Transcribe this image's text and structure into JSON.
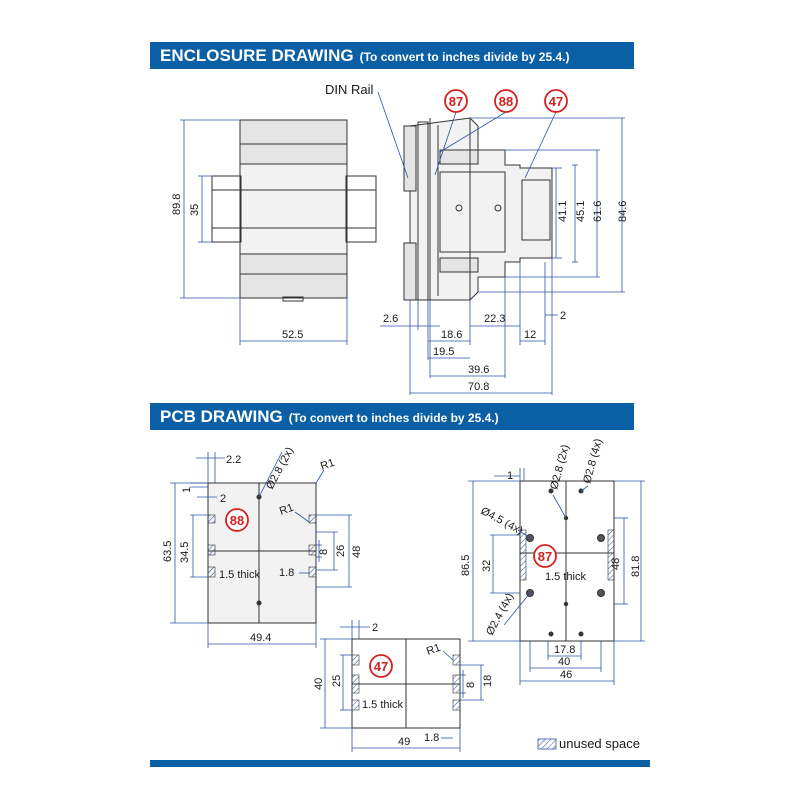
{
  "enclosure": {
    "title": "ENCLOSURE DRAWING",
    "subtitle": "(To convert to inches divide by 25.4.)",
    "din_rail_label": "DIN Rail",
    "callouts": [
      "87",
      "88",
      "47"
    ],
    "front_dims": {
      "height": "89.8",
      "rail": "35",
      "width": "52.5"
    },
    "side_dims": {
      "d84_6": "84.6",
      "d61_6": "61.6",
      "d45_1": "45.1",
      "d41_1": "41.1",
      "d2_6": "2.6",
      "d18_6": "18.6",
      "d22_3": "22.3",
      "d12": "12",
      "d2": "2",
      "d19_5": "19.5",
      "d39_6": "39.6",
      "d70_8": "70.8"
    }
  },
  "pcb": {
    "title": "PCB DRAWING",
    "subtitle": "(To convert to inches divide by 25.4.)",
    "board88": {
      "callout": "88",
      "d2_2": "2.2",
      "hole": "Ø2.8 (2x)",
      "r1_top": "R1",
      "d1": "1",
      "d2": "2",
      "r1_side": "R1",
      "d63_5": "63.5",
      "d34_5": "34.5",
      "d48": "48",
      "d26": "26",
      "d8": "8",
      "thick": "1.5 thick",
      "d1_8": "1.8",
      "d49_4": "49.4"
    },
    "board87": {
      "callout": "87",
      "d1": "1",
      "hole_a": "Ø2.8 (2x)",
      "hole_b": "Ø2.8 (4x)",
      "hole_c": "Ø4.5 (4x)",
      "hole_d": "Ø2.4 (4x)",
      "d86_5": "86.5",
      "d32": "32",
      "d48": "48",
      "d81_8": "81.8",
      "thick": "1.5 thick",
      "d17_8": "17.8",
      "d40": "40",
      "d46": "46"
    },
    "board47": {
      "callout": "47",
      "d2": "2",
      "r1": "R1",
      "d40": "40",
      "d25": "25",
      "d18": "18",
      "d8": "8",
      "thick": "1.5 thick",
      "d49": "49",
      "d1_8": "1.8"
    }
  },
  "legend": {
    "unused_space": "unused space"
  },
  "colors": {
    "header_blue": "#0b5fa5",
    "callout_red": "#d42020",
    "dimension_blue": "#2a55a5"
  }
}
